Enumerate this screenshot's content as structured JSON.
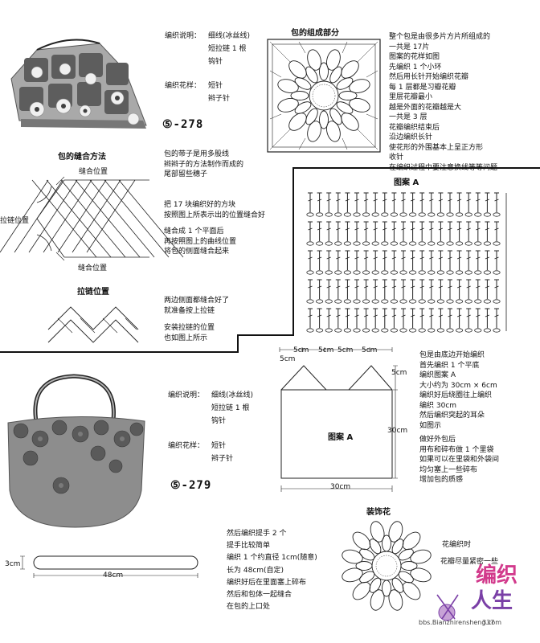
{
  "top": {
    "spec_label": "编织说明：",
    "spec_lines": [
      "细线(冰丝线)",
      "短拉链 1 根",
      "钩针"
    ],
    "pattern_label": "编织花样：",
    "pattern_lines": [
      "短针",
      "辫子针"
    ],
    "model_no": "⑤-278",
    "parts_title": "包的组成部分",
    "parts_desc": [
      "整个包是由很多片方片所组成的",
      "一共是 17片",
      "图案的花样如图",
      "先编织 1 个小环",
      "然后用长针开始编织花瓣",
      "每 1 层都是习瓣花瓣",
      "里层花瓣最小",
      "越是外面的花瓣越是大",
      "一共是 3 层",
      "花瓣编织结束后",
      "沿边编织长针",
      "使花形的外围基本上呈正方形",
      "收针",
      "在编织过程中要注意换线等等问题"
    ],
    "sewing_title": "包的缝合方法",
    "seam_top": "缝合位置",
    "seam_bottom": "缝合位置",
    "zipper_side": "拉链位置",
    "strap_note": [
      "包的带子是用多股线",
      "辫辫子的方法制作而成的",
      "尾部留些穗子"
    ],
    "sew_note_1": [
      "把 17 块编织好的方块",
      "按照图上所表示出的位置缝合好"
    ],
    "sew_note_2": [
      "缝合成 1 个平面后",
      "再按照图上的曲线位置",
      "将包的侧面缝合起来"
    ],
    "zipper_title": "拉链位置",
    "zipper_note_1": [
      "两边侧面都缝合好了",
      "就准备按上拉链"
    ],
    "zipper_note_2": [
      "安装拉链的位置",
      "也如图上所示"
    ],
    "chart_a_title": "图案 A"
  },
  "bottom": {
    "spec_label": "编织说明：",
    "spec_lines": [
      "细线(冰丝线)",
      "短拉链 1 根",
      "钩针"
    ],
    "pattern_label": "编织花样：",
    "pattern_lines": [
      "短针",
      "辫子针"
    ],
    "model_no": "⑤-279",
    "dims": {
      "d1": "5cm",
      "d2": "5cm",
      "d3": "5cm",
      "d4": "5cm",
      "d5": "5cm",
      "side_h": "5cm",
      "height": "30cm",
      "width": "30cm"
    },
    "body_label": "图案 A",
    "body_desc": [
      "包是由底边开始编织",
      "首先编织 1 个平底",
      "编织图案 A",
      "大小约为 30cm × 6cm",
      "编织好后绕圈往上编织",
      "编织 30cm",
      "然后编织突起的耳朵",
      "如图示"
    ],
    "lining_desc": [
      "做好外包后",
      "用布和碎布做 1 个里袋",
      "如果可以在里袋和外袋间",
      "均匀塞上一些碎布",
      "增加包的质感"
    ],
    "strap_h": "3cm",
    "strap_w": "48cm",
    "handle_desc": [
      "然后编织提手 2 个",
      "提手比较简单",
      "编织 1 个约直径 1cm(随意)",
      "长为 48cm(自定)",
      "编织好后在里面塞上碎布",
      "然后和包体一起缝合",
      "在包的上口处"
    ],
    "flower_title": "装饰花",
    "flower_note_1": "花编织时",
    "flower_note_2": "花瓣尽量紧密一些"
  },
  "watermark": {
    "logo_l1": "编织",
    "logo_l2": "人生",
    "url": "bbs.Bianzhirensheng.com",
    "page": "337"
  },
  "colors": {
    "logo_1": "#d23a8c",
    "logo_2": "#7a3fa6",
    "ink": "#111111"
  }
}
